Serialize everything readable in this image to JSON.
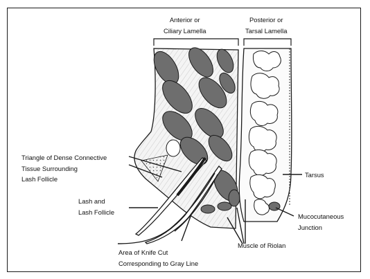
{
  "labels": {
    "anterior": [
      "Anterior or",
      "Ciliary Lamella"
    ],
    "posterior": [
      "Posterior or",
      "Tarsal Lamella"
    ],
    "triangle": [
      "Triangle of Dense Connective",
      "Tissue Surrounding",
      "Lash Follicle"
    ],
    "lash": [
      "Lash and",
      "Lash Follicle"
    ],
    "tarsus": "Tarsus",
    "mucocutaneous": [
      "Mucocutaneous",
      "Junction"
    ],
    "riolan": "Muscle of Riolan",
    "knife": [
      "Area of Knife Cut",
      "Corresponding to Gray Line"
    ]
  },
  "colors": {
    "ink": "#1a1a1a",
    "muscle_fill": "#6e6e6e",
    "tissue_fill": "#f4f4f4"
  }
}
